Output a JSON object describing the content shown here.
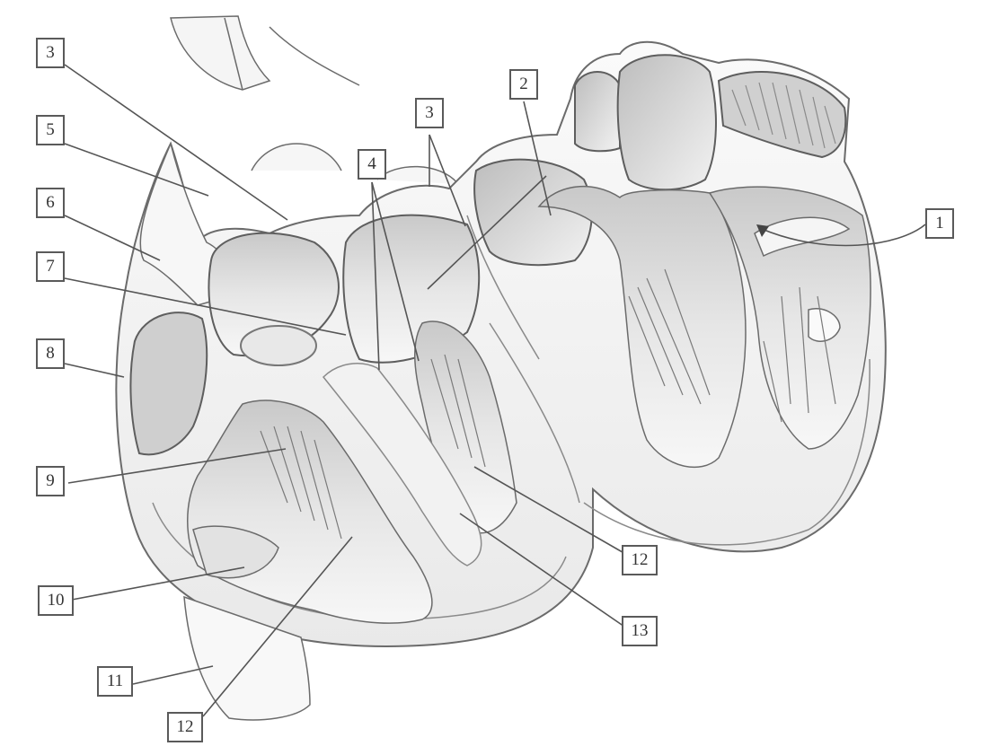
{
  "labels": [
    {
      "id": "l3a",
      "text": "3"
    },
    {
      "id": "l5",
      "text": "5"
    },
    {
      "id": "l6",
      "text": "6"
    },
    {
      "id": "l7",
      "text": "7"
    },
    {
      "id": "l8",
      "text": "8"
    },
    {
      "id": "l9",
      "text": "9"
    },
    {
      "id": "l10",
      "text": "10"
    },
    {
      "id": "l11",
      "text": "11"
    },
    {
      "id": "l12b",
      "text": "12"
    },
    {
      "id": "l4",
      "text": "4"
    },
    {
      "id": "l3b",
      "text": "3"
    },
    {
      "id": "l2",
      "text": "2"
    },
    {
      "id": "l1",
      "text": "1"
    },
    {
      "id": "l12a",
      "text": "12"
    },
    {
      "id": "l13",
      "text": "13"
    }
  ],
  "colors": {
    "line": "#4d4d4d",
    "fill_light": "#f4f4f4",
    "fill_mid": "#d9d9d9",
    "fill_dark": "#b5b5b5",
    "stroke": "#6b6b6b"
  }
}
